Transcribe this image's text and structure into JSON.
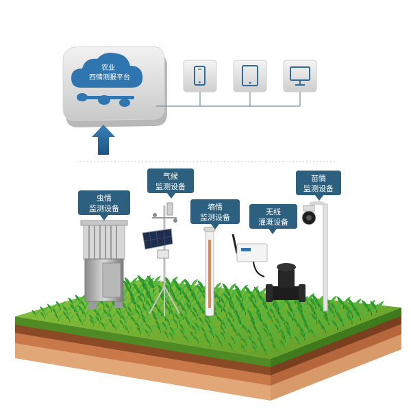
{
  "platform": {
    "line1": "农业",
    "line2": "四情测报平台"
  },
  "devices": {
    "phone_icon": "smartphone-icon",
    "tablet_icon": "tablet-icon",
    "monitor_icon": "monitor-icon"
  },
  "callouts": {
    "pest": {
      "line1": "虫情",
      "line2": "监测设备"
    },
    "weather": {
      "line1": "气候",
      "line2": "监测设备"
    },
    "soil": {
      "line1": "墒情",
      "line2": "监测设备"
    },
    "irrigation": {
      "line1": "无线",
      "line2": "灌溉设备"
    },
    "seedling": {
      "line1": "苗情",
      "line2": "监测设备"
    }
  },
  "colors": {
    "callout_bg": "#2d5f7f",
    "cloud_blue": "#2f76b1",
    "arrow_blue": "#2a6aa0",
    "grass": "#6aa52c",
    "leaf": "#3fa83a",
    "soil_dark": "#6b3a1e",
    "soil_mid": "#b9653a",
    "soil_light": "#e2a777"
  }
}
